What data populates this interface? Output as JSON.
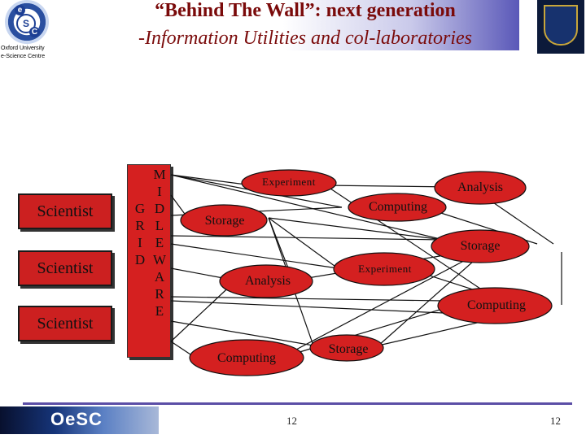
{
  "header": {
    "title_line1": "“Behind The Wall”:  next generation",
    "title_line2": "-Information Utilities and col-laboratories"
  },
  "logo": {
    "letters": [
      "e",
      "S",
      "C"
    ],
    "text_line1": "Oxford University",
    "text_line2": "e-Science Centre"
  },
  "scientists": [
    "Scientist",
    "Scientist",
    "Scientist"
  ],
  "middleware": {
    "column_left": [
      "",
      "",
      "G",
      "R",
      "I",
      "D",
      "",
      "",
      ""
    ],
    "column_right": [
      "M",
      "I",
      "D",
      "L",
      "E",
      "W",
      "A",
      "R",
      "E"
    ]
  },
  "resources": [
    {
      "id": "experiment-1",
      "label": "Experiment"
    },
    {
      "id": "analysis-1",
      "label": "Analysis"
    },
    {
      "id": "computing-1",
      "label": "Computing"
    },
    {
      "id": "storage-1",
      "label": "Storage"
    },
    {
      "id": "storage-2",
      "label": "Storage"
    },
    {
      "id": "experiment-2",
      "label": "Experiment"
    },
    {
      "id": "analysis-2",
      "label": "Analysis"
    },
    {
      "id": "computing-2",
      "label": "Computing"
    },
    {
      "id": "computing-3",
      "label": "Computing"
    },
    {
      "id": "storage-3",
      "label": "Storage"
    }
  ],
  "footer": {
    "banner_text": "OeSC",
    "page_number_center": "12",
    "page_number_right": "12"
  },
  "colors": {
    "ellipse_fill": "#d42020",
    "title_color": "#7a0a0a",
    "footer_line": "#5b4ea6"
  }
}
